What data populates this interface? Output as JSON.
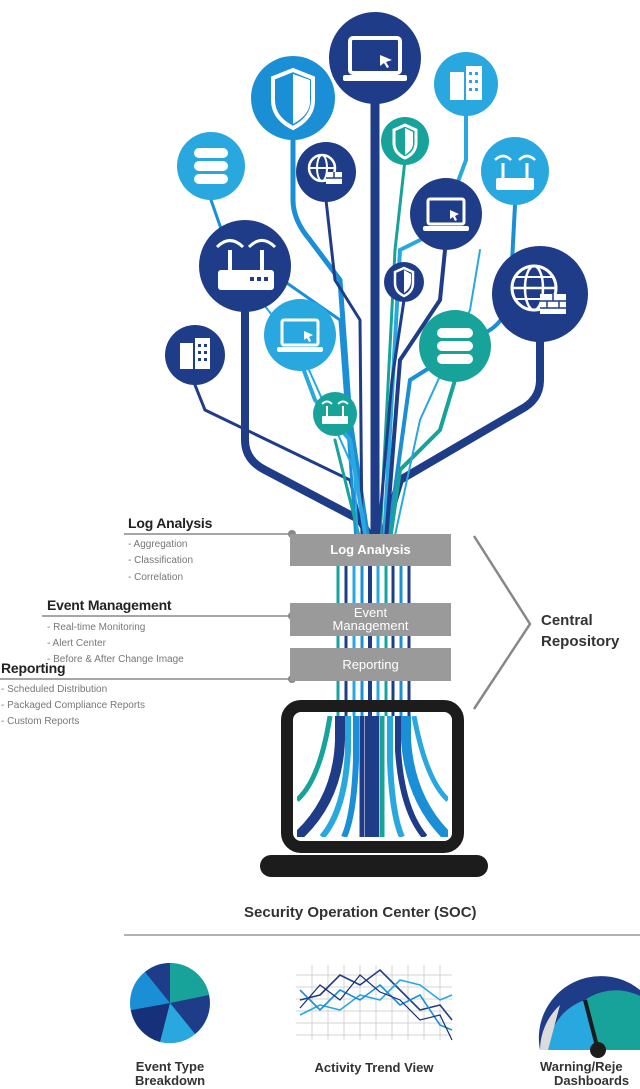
{
  "stages": [
    {
      "heading": "Log Analysis",
      "band": "Log Analysis",
      "items": [
        "- Aggregation",
        "- Classification",
        "- Correlation"
      ]
    },
    {
      "heading": "Event Management",
      "band_line1": "Event",
      "band_line2": "Management",
      "items": [
        "- Real-time Monitoring",
        "- Alert Center",
        "- Before & After Change Image"
      ]
    },
    {
      "heading": "Reporting",
      "band": "Reporting",
      "items": [
        "- Scheduled Distribution",
        "- Packaged Compliance Reports",
        "- Custom Reports"
      ]
    }
  ],
  "repository": {
    "line1": "Central",
    "line2": "Repository"
  },
  "soc_title": "Security Operation Center (SOC)",
  "bottom": {
    "event_type_line1": "Event Type",
    "event_type_line2": "Breakdown",
    "activity": "Activity Trend View",
    "warning_line1": "Warning/Reje",
    "warning_line2": "Dashboards"
  },
  "colors": {
    "navy": "#1f3c88",
    "dark_navy": "#16307a",
    "blue": "#1b8fd6",
    "light_blue": "#29a8e0",
    "teal": "#17a39a",
    "band_gray": "#9a9a9a",
    "laptop_black": "#1c1c1c"
  },
  "icons": [
    "laptop-icon",
    "shield-icon",
    "building-icon",
    "database-icon",
    "globe-firewall-icon",
    "router-icon"
  ]
}
